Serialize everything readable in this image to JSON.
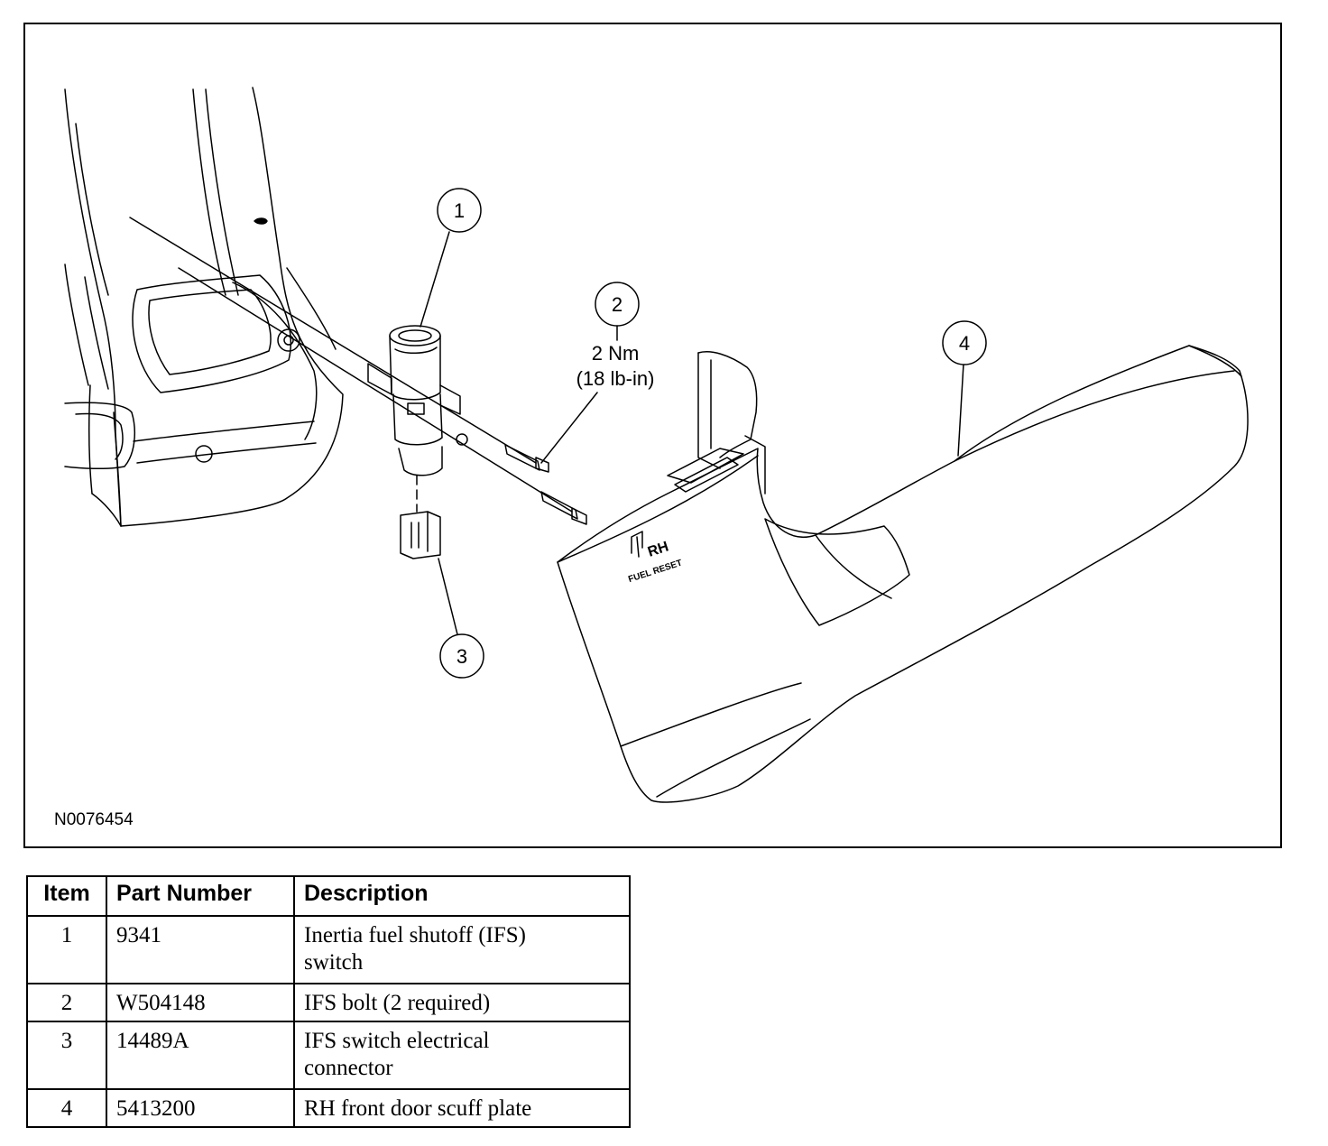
{
  "figure": {
    "id": "N0076454",
    "callouts": [
      "1",
      "2",
      "3",
      "4"
    ],
    "torque_spec": {
      "metric": "2 Nm",
      "imperial": "(18 lb-in)"
    },
    "stamp_lettering": [
      "RH",
      "FUEL RESET"
    ]
  },
  "table": {
    "headers": {
      "item": "Item",
      "part_number": "Part Number",
      "description": "Description"
    },
    "rows": [
      {
        "item": "1",
        "part_number": "9341",
        "description_lines": [
          "Inertia fuel shutoff (IFS)",
          "switch"
        ]
      },
      {
        "item": "2",
        "part_number": "W504148",
        "description_lines": [
          "IFS bolt (2 required)"
        ]
      },
      {
        "item": "3",
        "part_number": "14489A",
        "description_lines": [
          "IFS switch electrical",
          "connector"
        ]
      },
      {
        "item": "4",
        "part_number": "5413200",
        "description_lines": [
          "RH front door scuff plate"
        ]
      }
    ]
  }
}
